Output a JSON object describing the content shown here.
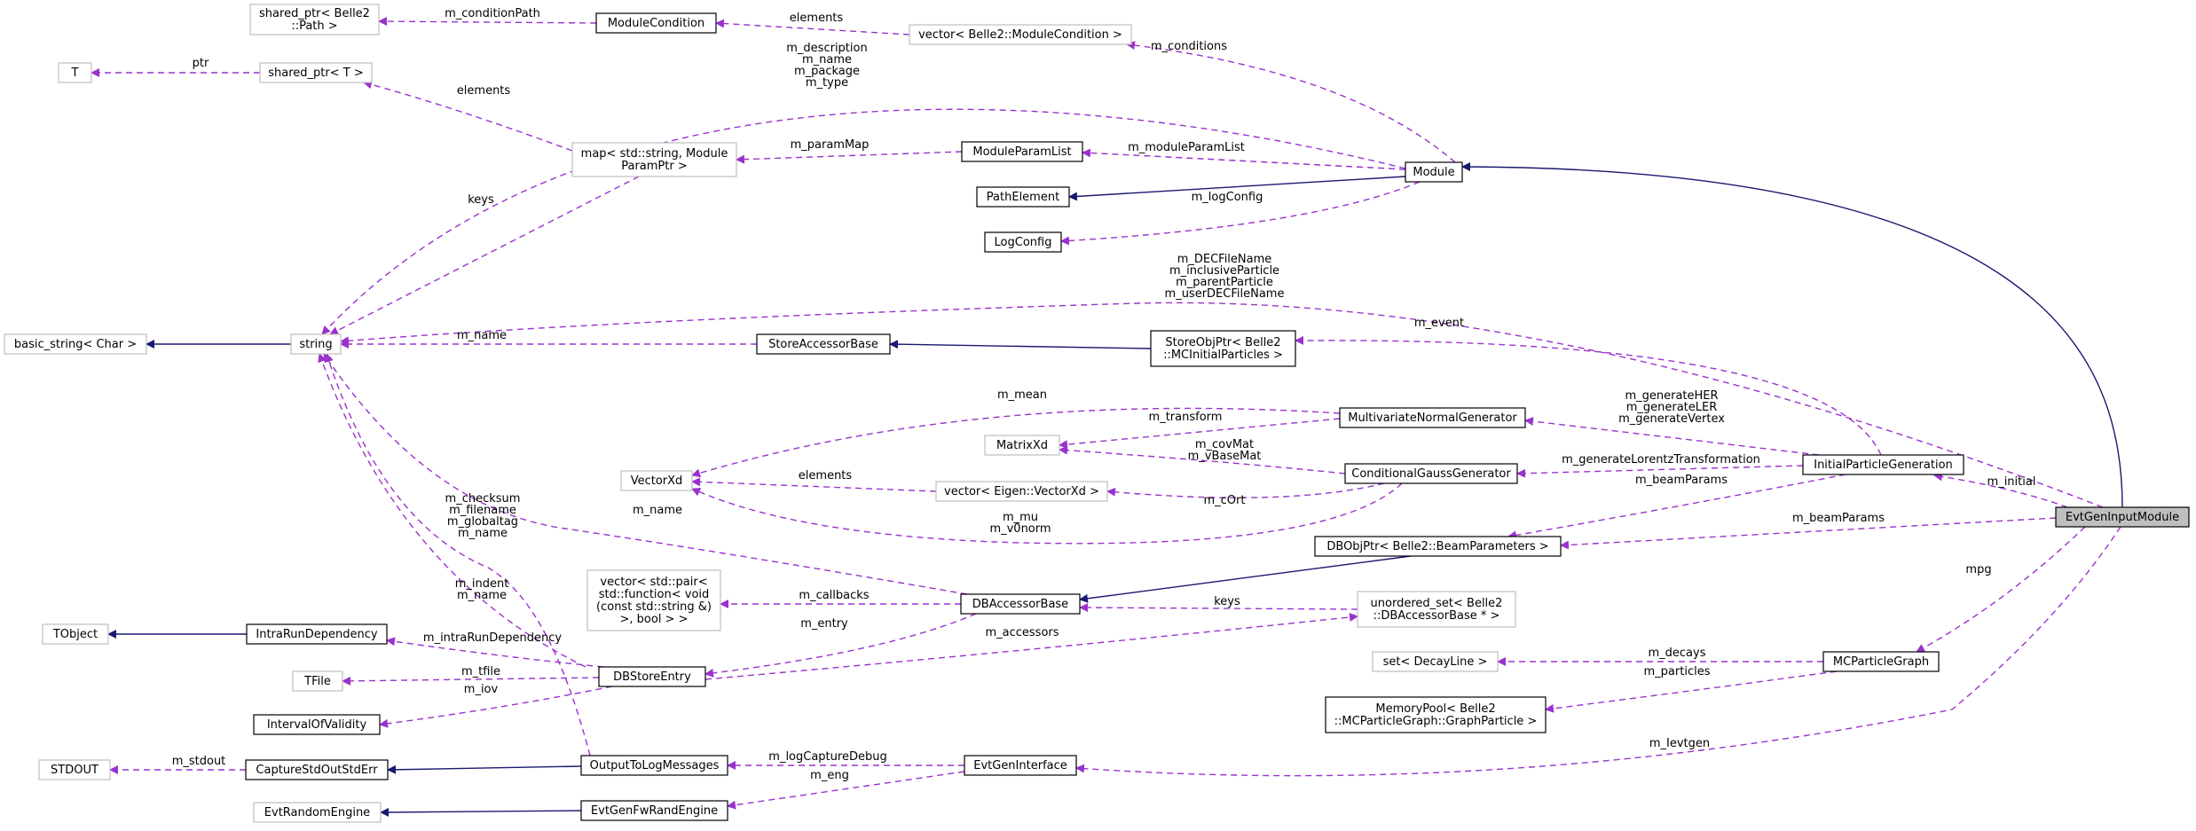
{
  "diagram": {
    "nodes": {
      "shared_ptr_path": [
        "shared_ptr< Belle2",
        "::Path >"
      ],
      "module_condition": [
        "ModuleCondition"
      ],
      "vector_module_condition": [
        "vector< Belle2::ModuleCondition >"
      ],
      "t": [
        "T"
      ],
      "shared_ptr_t": [
        "shared_ptr< T >"
      ],
      "map_string_module_param_ptr": [
        "map< std::string, Module",
        "ParamPtr >"
      ],
      "module_param_list": [
        "ModuleParamList"
      ],
      "module": [
        "Module"
      ],
      "path_element": [
        "PathElement"
      ],
      "log_config": [
        "LogConfig"
      ],
      "basic_string": [
        "basic_string< Char >"
      ],
      "string": [
        "string"
      ],
      "store_accessor_base": [
        "StoreAccessorBase"
      ],
      "store_obj_ptr": [
        "StoreObjPtr< Belle2",
        "::MCInitialParticles >"
      ],
      "multivariate_normal_generator": [
        "MultivariateNormalGenerator"
      ],
      "matrix_xd": [
        "MatrixXd"
      ],
      "conditional_gauss_generator": [
        "ConditionalGaussGenerator"
      ],
      "initial_particle_generation": [
        "InitialParticleGeneration"
      ],
      "vector_xd": [
        "VectorXd"
      ],
      "vector_eigen_vector_xd": [
        "vector< Eigen::VectorXd >"
      ],
      "evt_gen_input_module": [
        "EvtGenInputModule"
      ],
      "db_obj_ptr_beam_parameters": [
        "DBObjPtr< Belle2::BeamParameters >"
      ],
      "vector_pair_function": [
        "vector< std::pair<",
        "std::function< void",
        "(const std::string &)",
        ">, bool > >"
      ],
      "db_accessor_base": [
        "DBAccessorBase"
      ],
      "unordered_set_db_accessor_base": [
        "unordered_set< Belle2",
        "::DBAccessorBase * >"
      ],
      "t_object": [
        "TObject"
      ],
      "intra_run_dependency": [
        "IntraRunDependency"
      ],
      "t_file": [
        "TFile"
      ],
      "db_store_entry": [
        "DBStoreEntry"
      ],
      "set_decay_line": [
        "set< DecayLine >"
      ],
      "mc_particle_graph": [
        "MCParticleGraph"
      ],
      "interval_of_validity": [
        "IntervalOfValidity"
      ],
      "memory_pool": [
        "MemoryPool< Belle2",
        "::MCParticleGraph::GraphParticle >"
      ],
      "stdout": [
        "STDOUT"
      ],
      "capture_std_out_std_err": [
        "CaptureStdOutStdErr"
      ],
      "output_to_log_messages": [
        "OutputToLogMessages"
      ],
      "evt_gen_interface": [
        "EvtGenInterface"
      ],
      "evt_random_engine": [
        "EvtRandomEngine"
      ],
      "evt_gen_fw_rand_engine": [
        "EvtGenFwRandEngine"
      ]
    },
    "edge_labels": {
      "m_condition_path": [
        "m_conditionPath"
      ],
      "elements_conditions": [
        "elements"
      ],
      "m_conditions": [
        "m_conditions"
      ],
      "ptr": [
        "ptr"
      ],
      "elements_map": [
        "elements"
      ],
      "module_strings": [
        "m_description",
        "m_name",
        "m_package",
        "m_type"
      ],
      "m_param_map": [
        "m_paramMap"
      ],
      "m_module_param_list": [
        "m_moduleParamList"
      ],
      "keys_map": [
        "keys"
      ],
      "m_log_config": [
        "m_logConfig"
      ],
      "evtgen_strings": [
        "m_DECFileName",
        "m_inclusiveParticle",
        "m_parentParticle",
        "m_userDECFileName"
      ],
      "m_name_store": [
        "m_name"
      ],
      "m_event": [
        "m_event"
      ],
      "m_mean": [
        "m_mean"
      ],
      "m_transform": [
        "m_transform"
      ],
      "generate_flags": [
        "m_generateHER",
        "m_generateLER",
        "m_generateVertex"
      ],
      "m_cov_mat": [
        "m_covMat",
        "m_vBaseMat"
      ],
      "m_generate_lorentz": [
        "m_generateLorentzTransformation"
      ],
      "elements_vector": [
        "elements"
      ],
      "m_c_ort": [
        "m_cOrt"
      ],
      "m_beam_params_ipg": [
        "m_beamParams"
      ],
      "m_initial": [
        "m_initial"
      ],
      "m_mu": [
        "m_mu",
        "m_v0norm"
      ],
      "m_name_db": [
        "m_name"
      ],
      "m_beam_params_evtgen": [
        "m_beamParams"
      ],
      "db_entry_strings": [
        "m_checksum",
        "m_filename",
        "m_globaltag",
        "m_name"
      ],
      "mpg": [
        "mpg"
      ],
      "log_strings": [
        "m_indent",
        "m_name"
      ],
      "m_callbacks": [
        "m_callbacks"
      ],
      "keys_set": [
        "keys"
      ],
      "m_entry": [
        "m_entry"
      ],
      "m_accessors": [
        "m_accessors"
      ],
      "m_intra_run_dependency": [
        "m_intraRunDependency"
      ],
      "m_decays": [
        "m_decays"
      ],
      "m_tfile": [
        "m_tfile"
      ],
      "m_particles": [
        "m_particles"
      ],
      "m_iov": [
        "m_iov"
      ],
      "m_ievtgen": [
        "m_Ievtgen"
      ],
      "m_stdout": [
        "m_stdout"
      ],
      "m_log_capture_debug": [
        "m_logCaptureDebug"
      ],
      "m_eng": [
        "m_eng"
      ]
    },
    "colors": {
      "member_edge": "#9a32cd",
      "inheritance_edge": "#191970",
      "documented_border": "#000000",
      "external_border": "#bfbfbf",
      "selected_fill": "#bfbfbf"
    }
  }
}
